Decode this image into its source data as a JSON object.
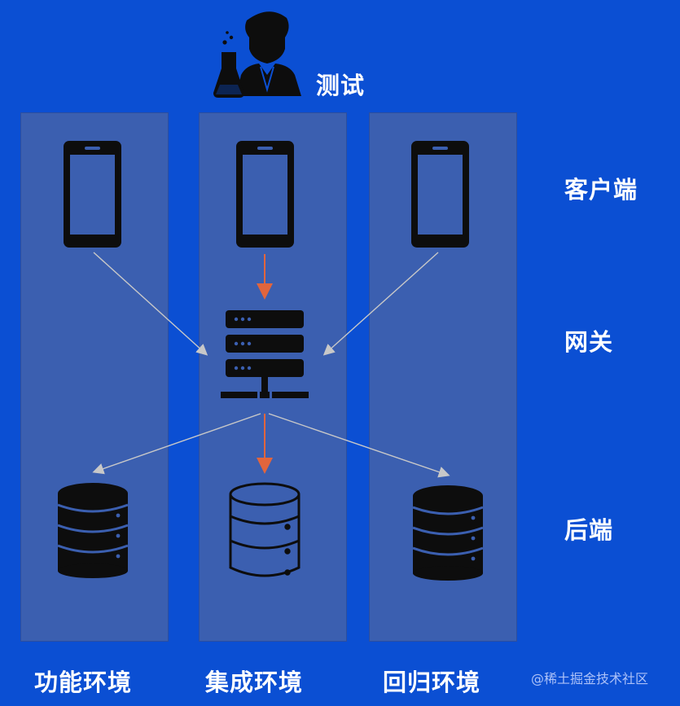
{
  "tester": {
    "label": "测试",
    "icon": "scientist-icon"
  },
  "rows": {
    "client": "客户端",
    "gateway": "网关",
    "backend": "后端"
  },
  "environments": [
    {
      "id": "functional",
      "label": "功能环境",
      "backend_style": "filled"
    },
    {
      "id": "integration",
      "label": "集成环境",
      "backend_style": "outline"
    },
    {
      "id": "regression",
      "label": "回归环境",
      "backend_style": "filled"
    }
  ],
  "watermark": "@稀土掘金技术社区",
  "colors": {
    "background": "#0b4fd3",
    "column": "#3b5fb0",
    "icon": "#0d0d0d",
    "primary_arrow": "#e1653d",
    "secondary_arrow": "#c8c8c8"
  }
}
